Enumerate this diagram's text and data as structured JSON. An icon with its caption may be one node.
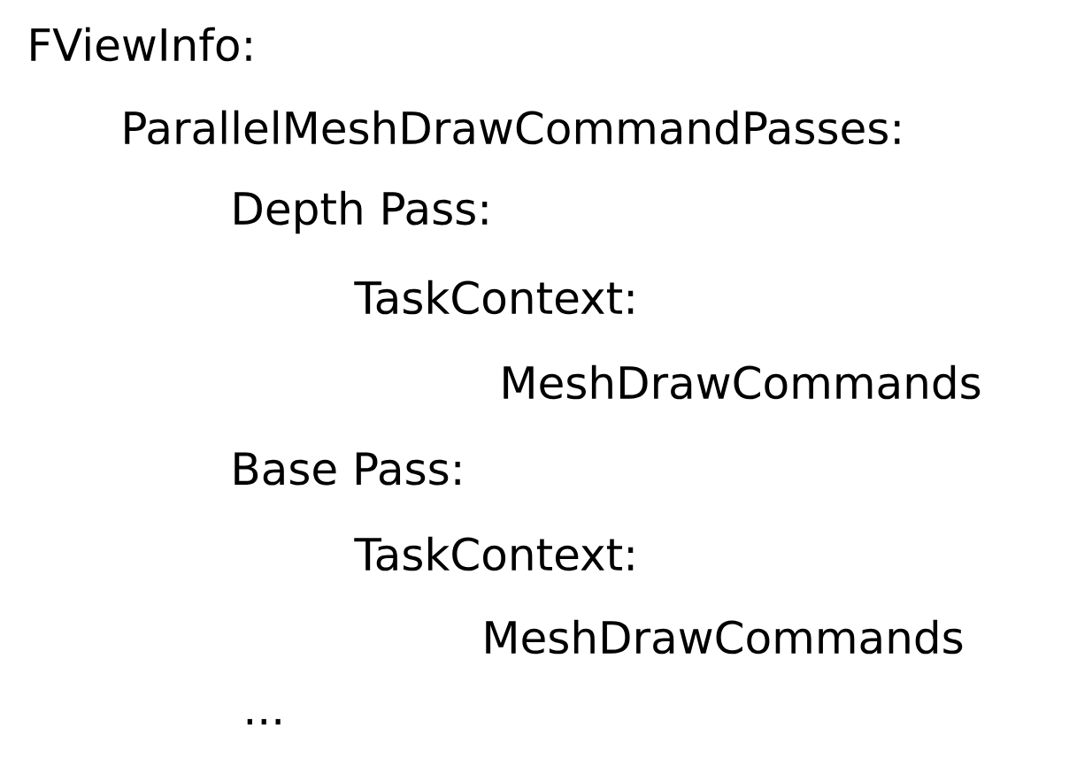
{
  "diagram": {
    "labels": [
      "FViewInfo:",
      "ParallelMeshDrawCommandPasses:",
      "Depth Pass:",
      "TaskContext:",
      "MeshDrawCommands",
      "Base Pass:",
      "TaskContext:",
      "MeshDrawCommands",
      "..."
    ]
  }
}
